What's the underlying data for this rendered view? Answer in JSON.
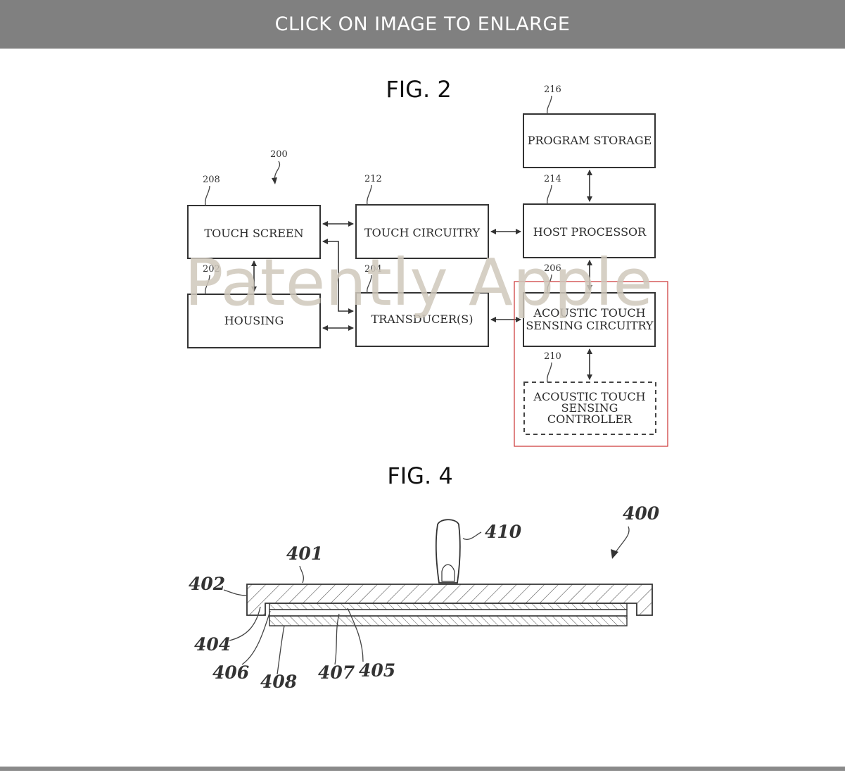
{
  "banner": {
    "text": "CLICK ON IMAGE TO ENLARGE"
  },
  "fig2": {
    "title": "FIG. 2",
    "system_ref": "200",
    "blocks": {
      "touch_screen": {
        "label": "TOUCH SCREEN",
        "ref": "208"
      },
      "housing": {
        "label": "HOUSING",
        "ref": "202"
      },
      "touch_circuitry": {
        "label": "TOUCH CIRCUITRY",
        "ref": "212"
      },
      "transducers": {
        "label": "TRANSDUCER(S)",
        "ref": "204"
      },
      "host_processor": {
        "label": "HOST PROCESSOR",
        "ref": "214"
      },
      "program_storage": {
        "label": "PROGRAM STORAGE",
        "ref": "216"
      },
      "acoustic_circuitry": {
        "label_line1": "ACOUSTIC TOUCH",
        "label_line2": "SENSING CIRCUITRY",
        "ref": "206"
      },
      "acoustic_controller": {
        "label_line1": "ACOUSTIC TOUCH",
        "label_line2": "SENSING",
        "label_line3": "CONTROLLER",
        "ref": "210"
      }
    },
    "highlight_color": "#cc3333"
  },
  "watermark": {
    "text": "Patently Apple"
  },
  "fig4": {
    "title": "FIG. 4",
    "refs": {
      "device": "400",
      "cover": "401",
      "housing": "402",
      "step": "404",
      "layer_405": "405",
      "layer_406": "406",
      "layer_407": "407",
      "layer_408": "408",
      "finger": "410"
    }
  }
}
